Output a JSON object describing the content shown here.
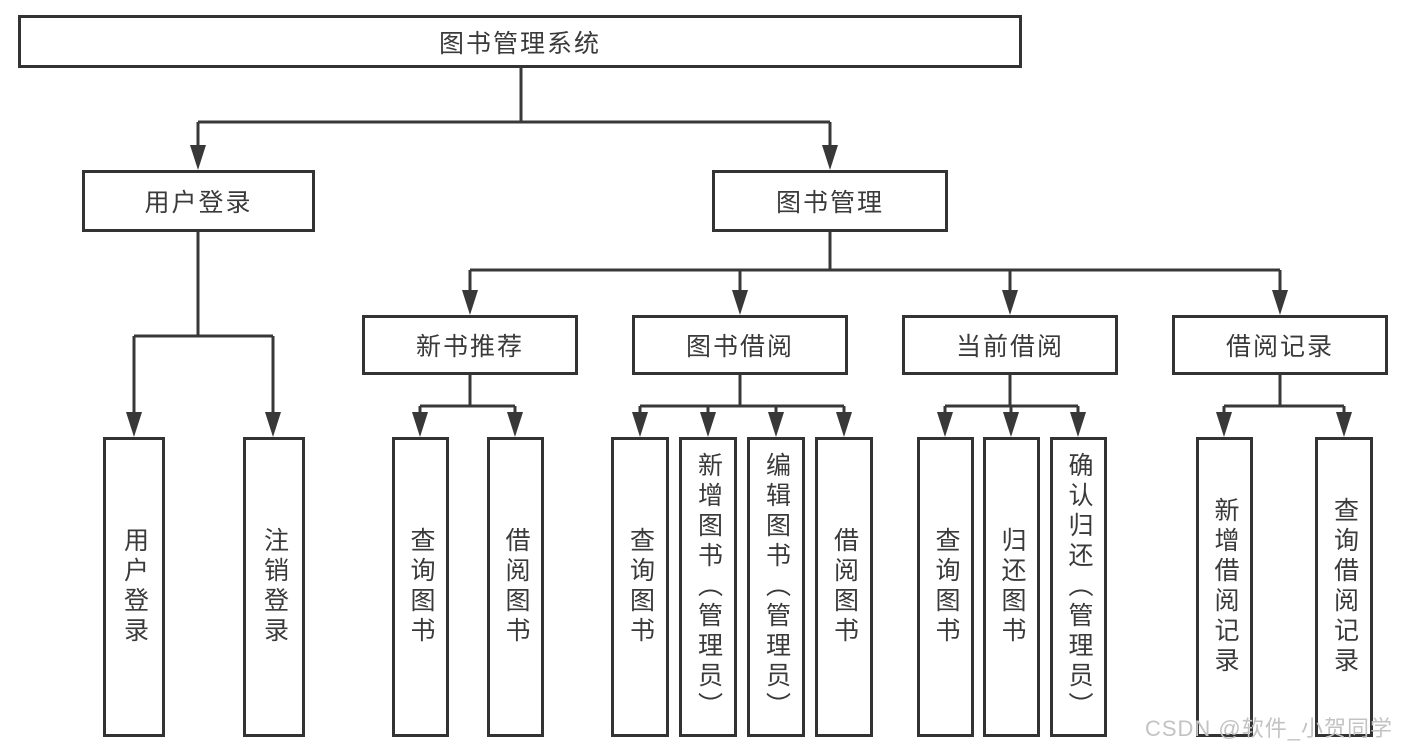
{
  "diagram": {
    "root": {
      "label": "图书管理系统"
    },
    "level2": [
      {
        "label": "用户登录",
        "parent": "图书管理系统"
      },
      {
        "label": "图书管理",
        "parent": "图书管理系统"
      }
    ],
    "level3": [
      {
        "label": "新书推荐",
        "parent": "图书管理"
      },
      {
        "label": "图书借阅",
        "parent": "图书管理"
      },
      {
        "label": "当前借阅",
        "parent": "图书管理"
      },
      {
        "label": "借阅记录",
        "parent": "图书管理"
      }
    ],
    "leaves": [
      {
        "label": "用户登录",
        "parent": "用户登录"
      },
      {
        "label": "注销登录",
        "parent": "用户登录"
      },
      {
        "label": "查询图书",
        "parent": "新书推荐"
      },
      {
        "label": "借阅图书",
        "parent": "新书推荐"
      },
      {
        "label": "查询图书",
        "parent": "图书借阅"
      },
      {
        "label": "新增图书（管理员）",
        "parent": "图书借阅"
      },
      {
        "label": "编辑图书（管理员）",
        "parent": "图书借阅"
      },
      {
        "label": "借阅图书",
        "parent": "图书借阅"
      },
      {
        "label": "查询图书",
        "parent": "当前借阅"
      },
      {
        "label": "归还图书",
        "parent": "当前借阅"
      },
      {
        "label": "确认归还（管理员）",
        "parent": "当前借阅"
      },
      {
        "label": "新增借阅记录",
        "parent": "借阅记录"
      },
      {
        "label": "查询借阅记录",
        "parent": "借阅记录"
      }
    ]
  },
  "watermark": "CSDN @软件_小贺同学",
  "colors": {
    "line": "#383838",
    "box_border": "#333333",
    "text": "#3a3a3a",
    "background": "#ffffff",
    "watermark": "#c3c3c3"
  }
}
